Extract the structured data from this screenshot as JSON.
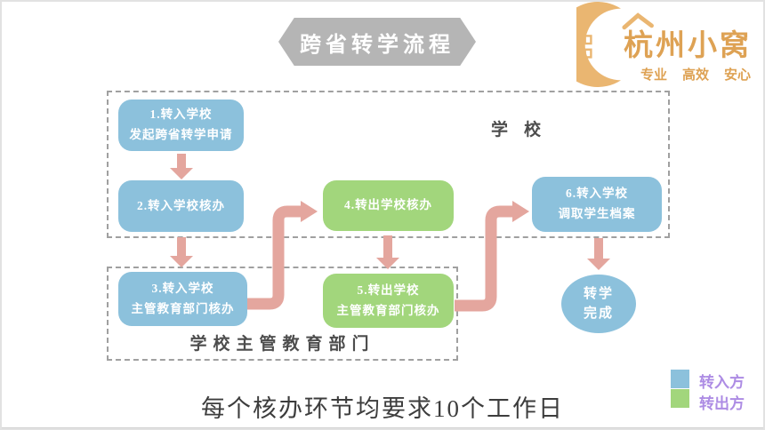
{
  "banner": {
    "title": "跨省转学流程"
  },
  "logo": {
    "brand": "杭州小窝",
    "taglines": [
      "专业",
      "高效",
      "安心"
    ],
    "color": "#dea254"
  },
  "regions": {
    "school_label": "学校",
    "edu_dept_label": "学校主管教育部门"
  },
  "steps": [
    {
      "party": "in",
      "line1": "1.转入学校",
      "line2": "发起跨省转学申请"
    },
    {
      "party": "in",
      "line1": "2.转入学校核办"
    },
    {
      "party": "in",
      "line1": "3.转入学校",
      "line2": "主管教育部门核办"
    },
    {
      "party": "out",
      "line1": "4.转出学校核办"
    },
    {
      "party": "out",
      "line1": "5.转出学校",
      "line2": "主管教育部门核办"
    },
    {
      "party": "in",
      "line1": "6.转入学校",
      "line2": "调取学生档案"
    }
  ],
  "terminal": {
    "line1": "转学",
    "line2": "完成"
  },
  "legend": {
    "in_label": "转入方",
    "out_label": "转出方"
  },
  "footer": {
    "note": "每个核办环节均要求10个工作日"
  },
  "colors": {
    "in_party_blue": "#8cc1dc",
    "out_party_green": "#a2d67c",
    "arrow_salmon": "#e4a69e",
    "banner_gray": "#b5b5b5",
    "brand_gold": "#dea254",
    "legend_text_purple": "#ad8ce4",
    "dashed_border": "#a0a0a0"
  }
}
